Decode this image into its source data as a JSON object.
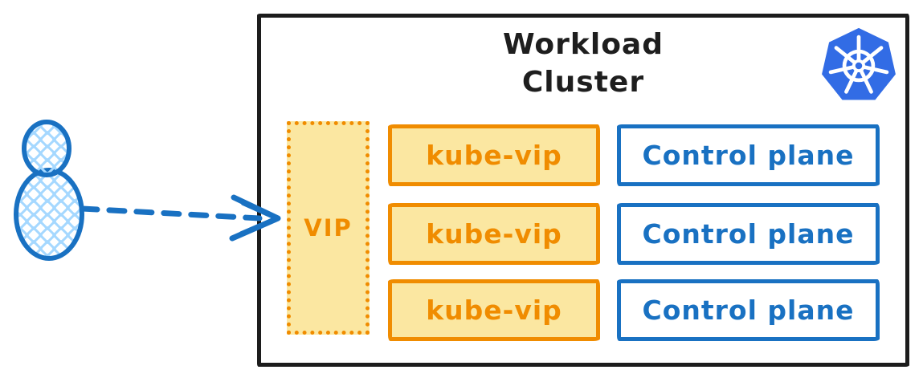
{
  "colors": {
    "cluster_border": "#1c1c1c",
    "orange_stroke": "#f08c00",
    "yellow_fill": "#fbe7a1",
    "blue_stroke": "#1971c2",
    "kubernetes_blue": "#326ce5",
    "hatch_light_blue": "#a5d8ff",
    "background": "#ffffff",
    "title_text": "#1e1e1e"
  },
  "cluster": {
    "title_line1": "Workload",
    "title_line2": "Cluster",
    "vip_label": "VIP",
    "rows": [
      {
        "kube_vip_label": "kube-vip",
        "control_plane_label": "Control plane"
      },
      {
        "kube_vip_label": "kube-vip",
        "control_plane_label": "Control plane"
      },
      {
        "kube_vip_label": "kube-vip",
        "control_plane_label": "Control plane"
      }
    ]
  },
  "icons": {
    "kubernetes_logo": "kubernetes-helm-wheel-in-blue-heptagon",
    "user_figure": "hand-drawn-person-crosshatched",
    "traffic_arrow": "blue-dashed-arrow-right"
  }
}
